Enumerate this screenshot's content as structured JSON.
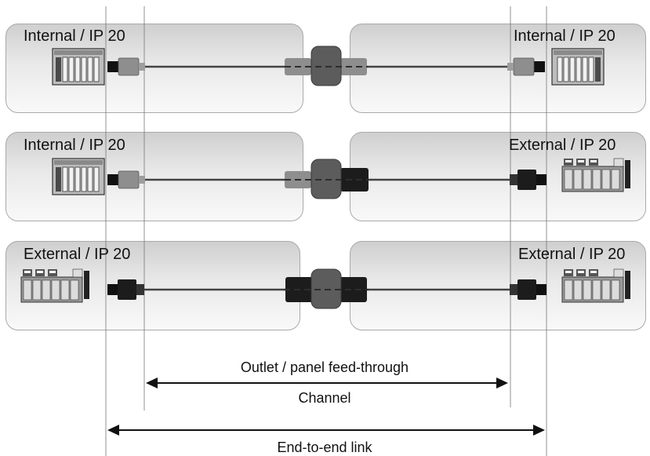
{
  "rows": [
    {
      "left_label": "Internal / IP 20",
      "right_label": "Internal / IP 20",
      "left_device": "rack-device-icon",
      "right_device": "rack-device-icon",
      "left_connector": "ip20-connector",
      "right_connector": "ip20-connector",
      "coupler": "ip20-feed-through"
    },
    {
      "left_label": "Internal / IP 20",
      "right_label": "External / IP 20",
      "left_device": "rack-device-icon",
      "right_device": "io-module-icon",
      "left_connector": "ip20-connector",
      "right_connector": "ip67-connector",
      "coupler": "mixed-feed-through"
    },
    {
      "left_label": "External / IP 20",
      "right_label": "External / IP 20",
      "left_device": "io-module-icon",
      "right_device": "io-module-icon",
      "left_connector": "ip67-connector",
      "right_connector": "ip67-connector",
      "coupler": "ip67-feed-through"
    }
  ],
  "annotations": {
    "feedthrough": "Outlet / panel feed-through",
    "channel": "Channel",
    "link": "End-to-end link"
  },
  "colors": {
    "ip20_connector": "#8e8e8e",
    "ip67_connector": "#1c1c1c",
    "coupler_body": "#5c5c5c",
    "cable": "#444444",
    "panel_edge": "#a9a9a9"
  }
}
